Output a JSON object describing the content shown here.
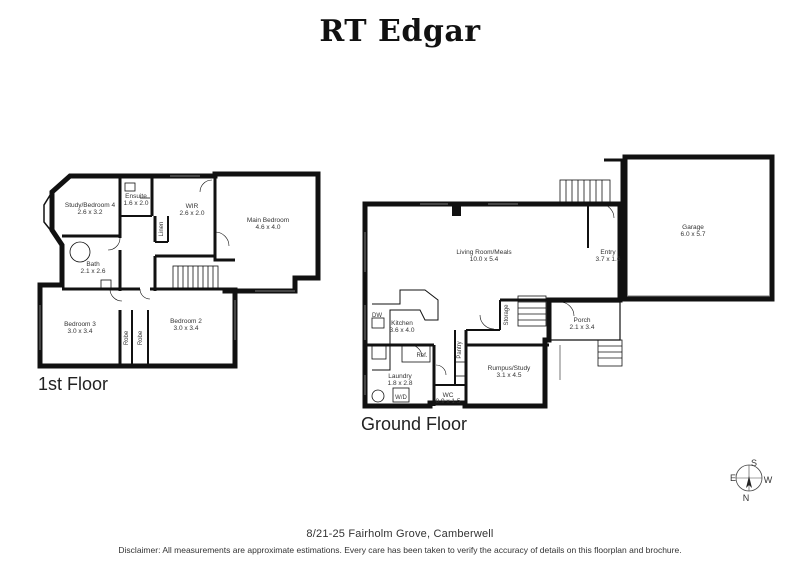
{
  "brand": "RT Edgar",
  "floors": {
    "first": "1st Floor",
    "ground": "Ground Floor"
  },
  "rooms": {
    "study_bed4": {
      "name": "Study/Bedroom 4",
      "size": "2.6 x 3.2"
    },
    "ensuite": {
      "name": "Ensuite",
      "size": "1.6 x 2.0"
    },
    "wir": {
      "name": "WIR",
      "size": "2.6 x 2.0"
    },
    "main_bedroom": {
      "name": "Main Bedroom",
      "size": "4.6 x 4.0"
    },
    "bath": {
      "name": "Bath",
      "size": "2.1 x 2.6"
    },
    "bedroom3": {
      "name": "Bedroom 3",
      "size": "3.0 x 3.4"
    },
    "bedroom2": {
      "name": "Bedroom 2",
      "size": "3.0 x 3.4"
    },
    "living": {
      "name": "Living Room/Meals",
      "size": "10.0 x 5.4"
    },
    "kitchen": {
      "name": "Kitchen",
      "size": "3.6 x 4.0"
    },
    "laundry": {
      "name": "Laundry",
      "size": "1.8 x 2.8"
    },
    "wc": {
      "name": "WC",
      "size": "0.9 x 1.5"
    },
    "rumpus": {
      "name": "Rumpus/Study",
      "size": "3.1 x 4.5"
    },
    "entry": {
      "name": "Entry",
      "size": "3.7 x 1.6"
    },
    "porch": {
      "name": "Porch",
      "size": "2.1 x 3.4"
    },
    "garage": {
      "name": "Garage",
      "size": "6.0 x 5.7"
    }
  },
  "fixtures": {
    "linen": "Linen",
    "robe": "Robe",
    "robe2": "Robe",
    "dw": "DW",
    "ref": "Ref.",
    "pantry": "Pantry",
    "storage": "Storage",
    "wd": "W/D"
  },
  "compass": {
    "n": "N",
    "s": "S",
    "e": "E",
    "w": "W"
  },
  "address": "8/21-25 Fairholm Grove, Camberwell",
  "disclaimer": "Disclaimer: All measurements are approximate estimations. Every care has been taken to verify the accuracy of details on this floorplan and brochure."
}
